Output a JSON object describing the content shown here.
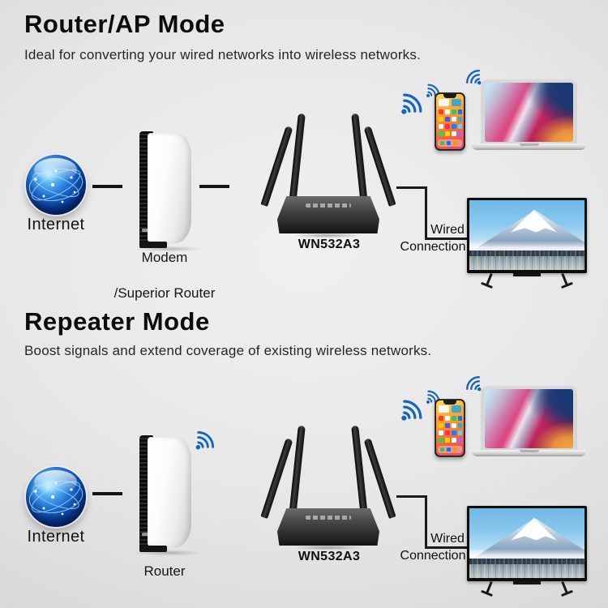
{
  "page": {
    "sections": [
      {
        "title": "Router/AP Mode",
        "subtitle": "Ideal for converting your wired networks into wireless networks.",
        "internet_label": "Internet",
        "source_label_line1": "Modem",
        "source_label_line2": "/Superior Router",
        "router_model": "WN532A3",
        "wired_label_line1": "Wired",
        "wired_label_line2": "Connection"
      },
      {
        "title": "Repeater Mode",
        "subtitle": "Boost signals and extend coverage of existing wireless networks.",
        "internet_label": "Internet",
        "source_label_line1": "Router",
        "source_label_line2": "",
        "router_model": "WN532A3",
        "wired_label_line1": "Wired",
        "wired_label_line2": "Connection"
      }
    ],
    "icons": {
      "wifi": "wifi-signal-icon",
      "internet": "internet-globe-icon",
      "dash": "connection-dash-icon"
    },
    "colors": {
      "wifi_blue": "#1565c0",
      "title_text": "#0d0d0d",
      "connector_line": "#1a1a1a"
    }
  }
}
